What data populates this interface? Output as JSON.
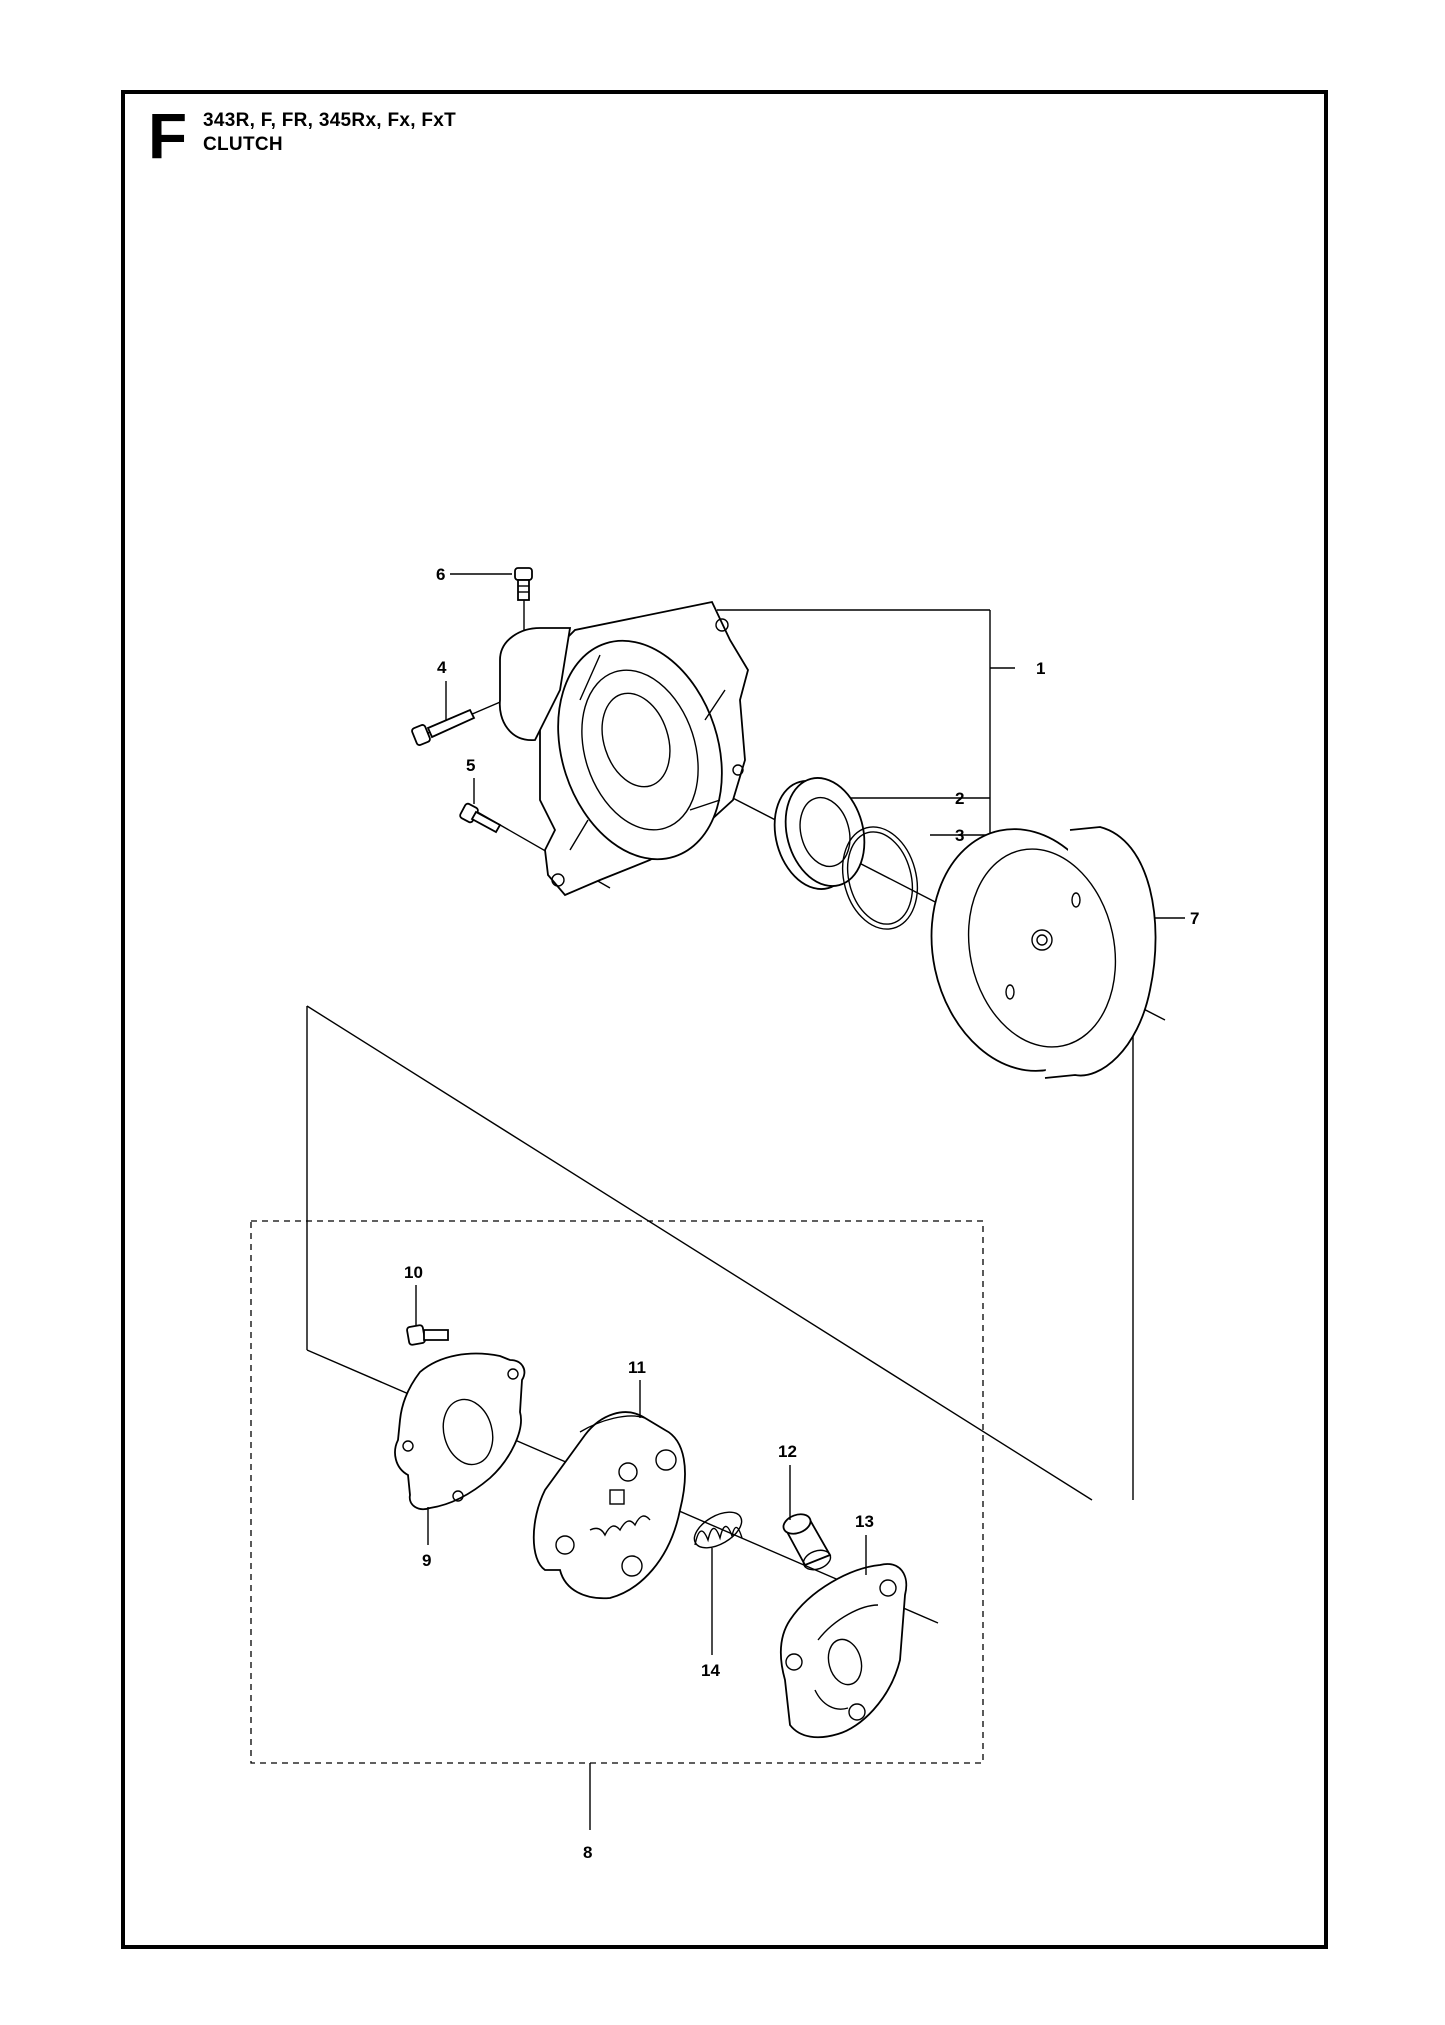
{
  "header": {
    "section_letter": "F",
    "models": "343R, F, FR, 345Rx, Fx, FxT",
    "title": "CLUTCH"
  },
  "callouts": {
    "c1": "1",
    "c2": "2",
    "c3": "3",
    "c4": "4",
    "c5": "5",
    "c6": "6",
    "c7": "7",
    "c8": "8",
    "c9": "9",
    "c10": "10",
    "c11": "11",
    "c12": "12",
    "c13": "13",
    "c14": "14"
  },
  "icons": {
    "housing": "clutch-housing-icon",
    "bearing": "bearing-icon",
    "circlip": "circlip-icon",
    "drum": "clutch-drum-icon",
    "screw": "screw-icon",
    "plate": "clutch-plate-icon",
    "shoes": "clutch-shoes-icon",
    "spring": "spring-icon",
    "bushing": "bushing-icon"
  }
}
